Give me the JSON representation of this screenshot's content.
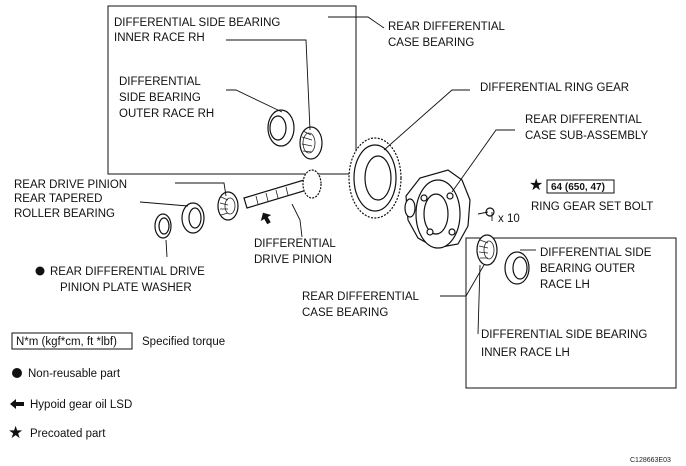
{
  "labels": {
    "rh_inner_race": [
      "DIFFERENTIAL SIDE BEARING",
      "INNER RACE RH"
    ],
    "rh_outer_race": [
      "DIFFERENTIAL",
      "SIDE BEARING",
      "OUTER RACE RH"
    ],
    "case_bearing_upper": [
      "REAR DIFFERENTIAL",
      "CASE BEARING"
    ],
    "ring_gear": "DIFFERENTIAL RING GEAR",
    "case_sub_assembly": [
      "REAR DIFFERENTIAL",
      "CASE SUB-ASSEMBLY"
    ],
    "torque_value": "64 (650, 47)",
    "ring_gear_set_bolt": "RING GEAR SET BOLT",
    "bolt_count": "x 10",
    "pinion_bearing": [
      "REAR DRIVE PINION",
      "REAR TAPERED",
      "ROLLER BEARING"
    ],
    "drive_pinion": [
      "DIFFERENTIAL",
      "DRIVE PINION"
    ],
    "plate_washer": [
      "REAR DIFFERENTIAL DRIVE",
      "PINION PLATE WASHER"
    ],
    "case_bearing_lower": [
      "REAR DIFFERENTIAL",
      "CASE BEARING"
    ],
    "lh_outer_race": [
      "DIFFERENTIAL SIDE",
      "BEARING OUTER",
      "RACE LH"
    ],
    "lh_inner_race": [
      "DIFFERENTIAL SIDE BEARING",
      "INNER RACE LH"
    ]
  },
  "legend": {
    "torque_unit": "N*m (kgf*cm, ft *lbf)",
    "torque_text": "Specified torque",
    "non_reusable": "Non-reusable part",
    "hypoid": "Hypoid gear oil LSD",
    "precoated": "Precoated part"
  },
  "figure_code": "C128663E03",
  "icons": [
    "star-icon",
    "non-reusable-dot-icon",
    "oil-arrow-icon"
  ]
}
